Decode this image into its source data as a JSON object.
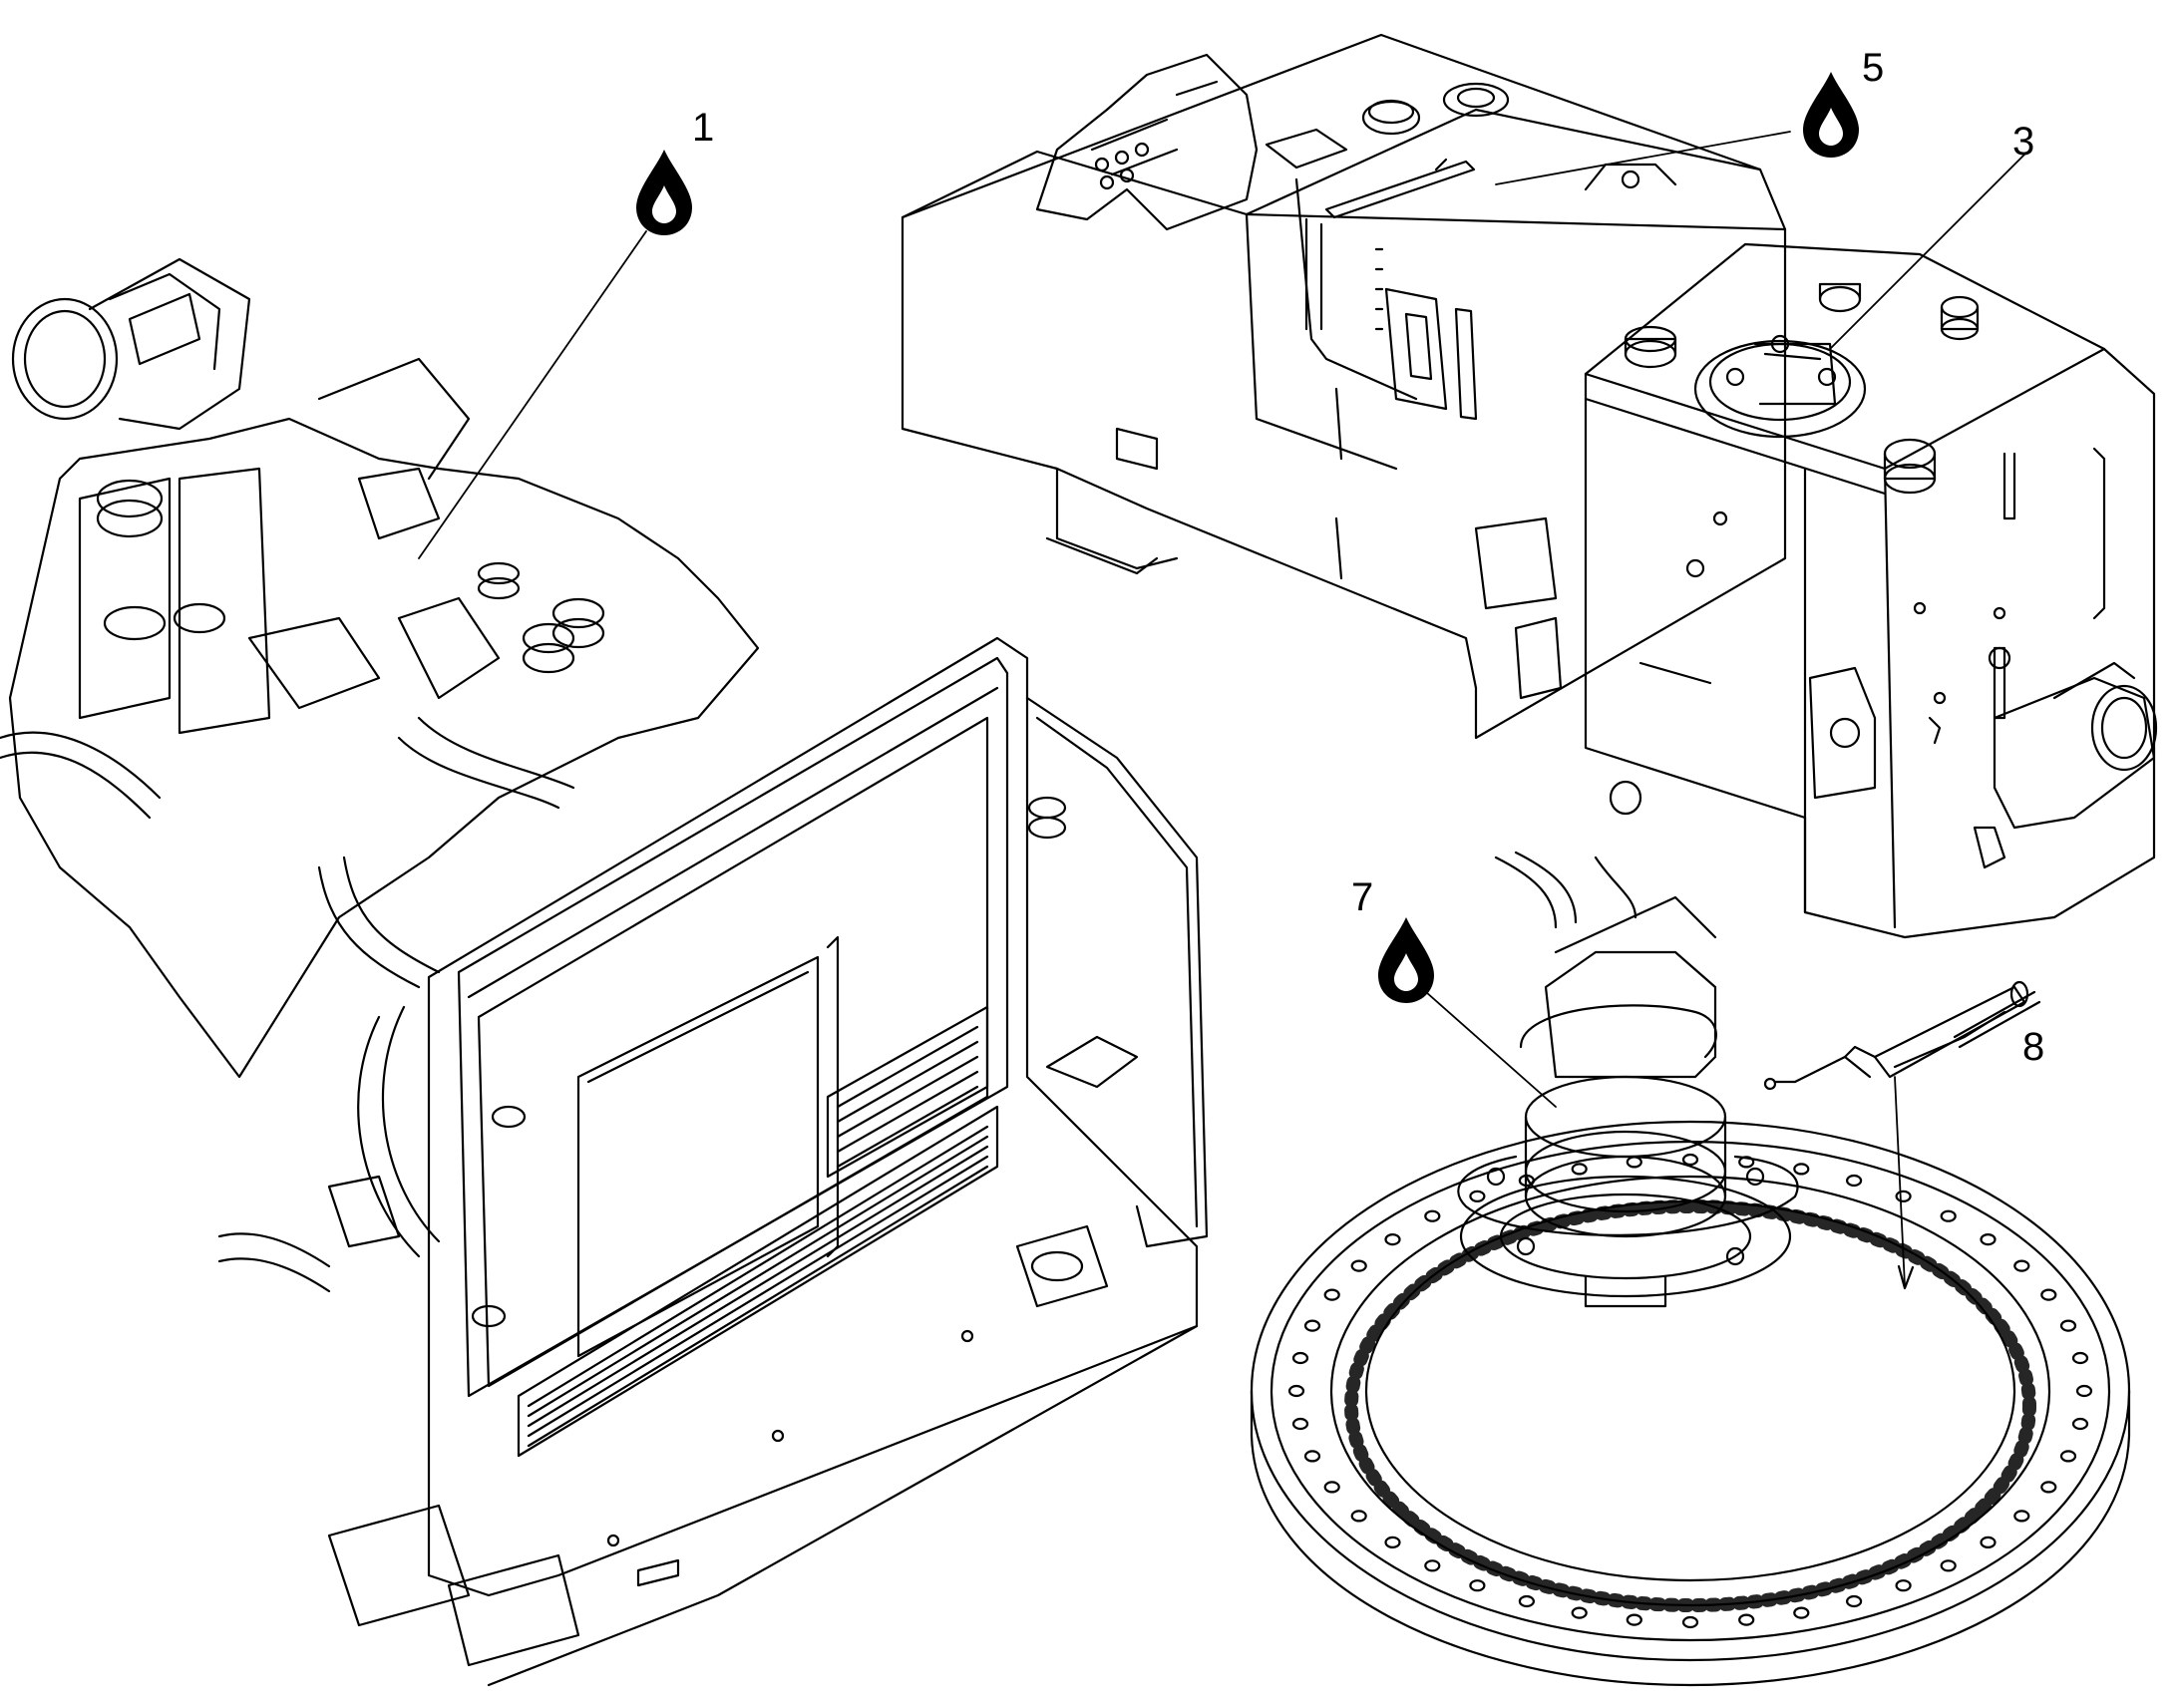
{
  "diagram": {
    "callouts": [
      {
        "id": "c1",
        "label": "1",
        "icon": "oil-drop-icon"
      },
      {
        "id": "c5",
        "label": "5",
        "icon": "oil-drop-icon"
      },
      {
        "id": "c3",
        "label": "3"
      },
      {
        "id": "c7",
        "label": "7",
        "icon": "oil-drop-icon"
      },
      {
        "id": "c8",
        "label": "8"
      }
    ],
    "colors": {
      "line": "#000000",
      "background": "#ffffff"
    }
  }
}
